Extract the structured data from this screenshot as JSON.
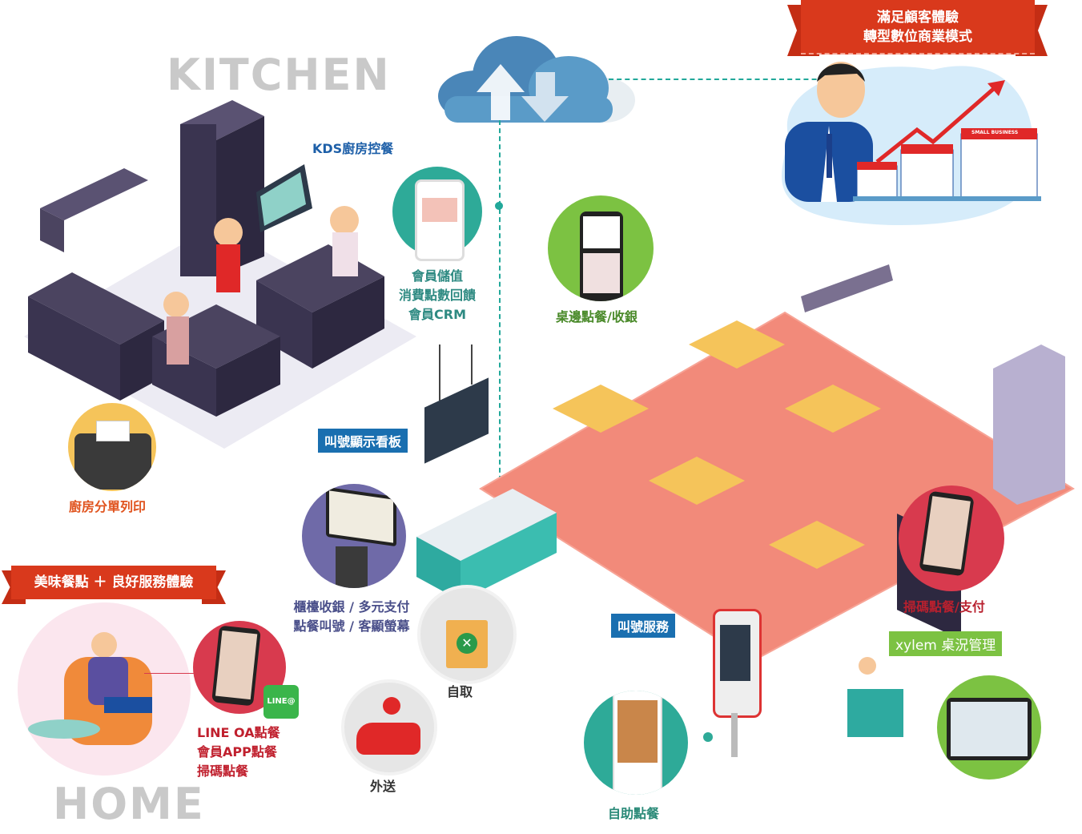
{
  "headings": {
    "kitchen": "KITCHEN",
    "home": "HOME"
  },
  "banner_top": {
    "line1": "滿足顧客體驗",
    "line2": "轉型數位商業模式"
  },
  "banner_home": "美味餐點 ＋ 良好服務體驗",
  "labels": {
    "kds": "KDS廚房控餐",
    "member": [
      "會員儲值",
      "消費點數回饋",
      "會員CRM"
    ],
    "tableside": "桌邊點餐/收銀",
    "kitchen_print": "廚房分單列印",
    "call_board": "叫號顯示看板",
    "counter": [
      "櫃檯收銀 / 多元支付",
      "點餐叫號 / 客顯螢幕"
    ],
    "pickup": "自取",
    "delivery": "外送",
    "call_service": "叫號服務",
    "kiosk": "自助點餐",
    "scan_pay": "掃碼點餐/支付",
    "xylem": "xylem 桌況管理",
    "home_order": [
      "LINE OA點餐",
      "會員APP點餐",
      "掃碼點餐"
    ],
    "line_badge": "LINE@",
    "store_sign": "SMALL BUSINESS"
  },
  "colors": {
    "red": "#d9391c",
    "teal": "#22a89a",
    "floor": "#f28a7a",
    "green": "#7cc242",
    "blue": "#1a6fb0"
  }
}
